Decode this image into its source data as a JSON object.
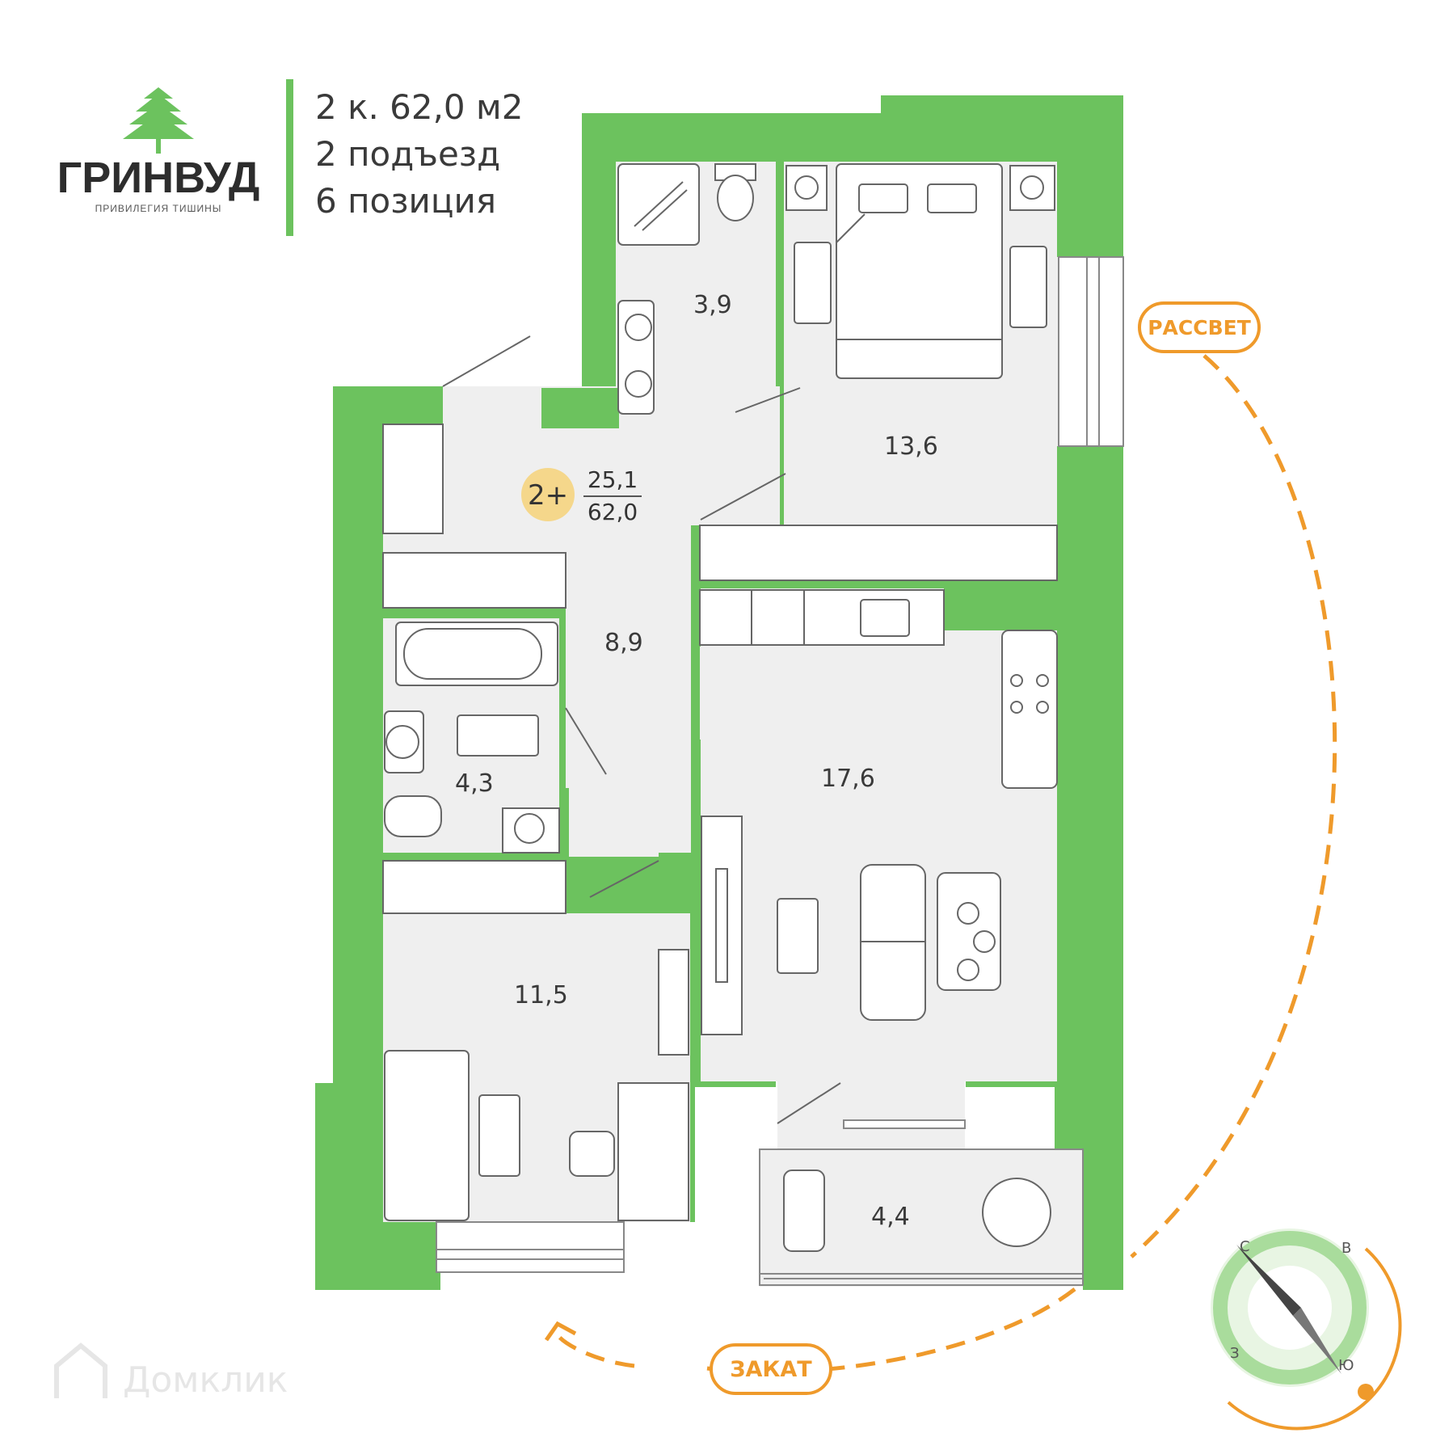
{
  "brand": {
    "name": "ГРИНВУД",
    "tagline": "ПРИВИЛЕГИЯ ТИШИНЫ",
    "tree_icon": "tree-icon",
    "accent_color": "#6cc25e"
  },
  "info": {
    "line1": "2 к. 62,0 м2",
    "line2": "2 подъезд",
    "line3": "6 позиция"
  },
  "badge": {
    "rooms": "2+",
    "living_area": "25,1",
    "total_area": "62,0",
    "color": "#f5d78b"
  },
  "rooms": {
    "bathroom_small": "3,9",
    "bedroom": "13,6",
    "hallway": "8,9",
    "bathroom_large": "4,3",
    "living_kitchen": "17,6",
    "kids_room": "11,5",
    "balcony": "4,4"
  },
  "sun": {
    "sunrise": "РАССВЕТ",
    "sunset": "ЗАКАТ",
    "path_color": "#ef9a2b"
  },
  "compass": {
    "north": "С",
    "east": "В",
    "south": "Ю",
    "west": "З",
    "ring_color": "#a9dc9c"
  },
  "watermark": "Домклик"
}
